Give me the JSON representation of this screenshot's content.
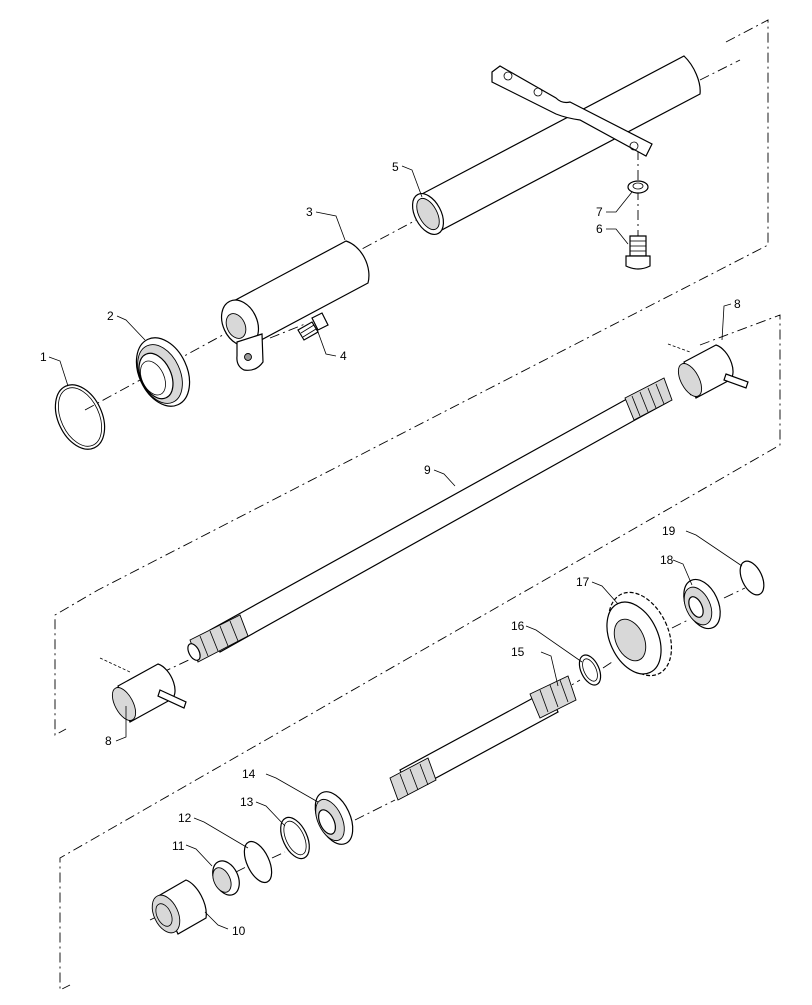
{
  "diagram": {
    "callouts": [
      {
        "id": "1",
        "text": "1"
      },
      {
        "id": "2",
        "text": "2"
      },
      {
        "id": "3",
        "text": "3"
      },
      {
        "id": "4",
        "text": "4"
      },
      {
        "id": "5",
        "text": "5"
      },
      {
        "id": "6",
        "text": "6"
      },
      {
        "id": "7",
        "text": "7"
      },
      {
        "id": "8a",
        "text": "8"
      },
      {
        "id": "8b",
        "text": "8"
      },
      {
        "id": "9",
        "text": "9"
      },
      {
        "id": "10",
        "text": "10"
      },
      {
        "id": "11",
        "text": "11"
      },
      {
        "id": "12",
        "text": "12"
      },
      {
        "id": "13",
        "text": "13"
      },
      {
        "id": "14",
        "text": "14"
      },
      {
        "id": "15",
        "text": "15"
      },
      {
        "id": "16",
        "text": "16"
      },
      {
        "id": "17",
        "text": "17"
      },
      {
        "id": "18",
        "text": "18"
      },
      {
        "id": "19",
        "text": "19"
      }
    ]
  }
}
